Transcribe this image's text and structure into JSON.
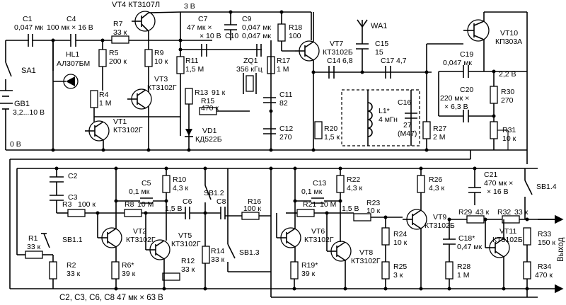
{
  "rails": {
    "top_voltage": "3 В",
    "ground_label": "0 В"
  },
  "labels": {
    "c1": "C1",
    "c1_val": "0,047 мк",
    "c4": "C4",
    "c4_val": "100 мк × 16 В",
    "vt4": "VT4 КТ3107Л",
    "r7": "R7",
    "r7_val": "33 к",
    "sa1": "SA1",
    "hl1": "HL1",
    "hl1_val": "АЛ307БМ",
    "r5": "R5",
    "r5_val": "200 к",
    "r9": "R9",
    "r9_val": "10 к",
    "vt3": "VT3",
    "vt3_val": "КТ3102Г",
    "r4": "R4",
    "r4_val": "1 М",
    "gb1": "GB1",
    "gb1_val": "3,2...10 В",
    "vt1": "VT1",
    "vt1_val": "КТ3102Г",
    "c7": "C7",
    "c7_val": "47 мк ×",
    "c7_val2": "× 10 В",
    "c9": "C9",
    "c9_val": "0,047 мк",
    "c10": "C10",
    "c10_val": "0,047 мк",
    "r18": "R18",
    "r18_val": "100",
    "r11": "R11",
    "r11_val": "1,5 М",
    "zq1": "ZQ1",
    "zq1_val": "356 кГц",
    "r17": "R17",
    "r17_val": "1 М",
    "r13": "R13",
    "r13_val": "91 к",
    "r15": "R15",
    "r15_val": "470 к",
    "c11": "C11",
    "c11_val": "82",
    "vd1": "VD1",
    "vd1_val": "КД522Б",
    "c12": "C12",
    "c12_val": "270",
    "vt7": "VT7",
    "vt7_val": "КТ3102Б",
    "wa1": "WA1",
    "c15": "C15",
    "c15_val": "15",
    "c14": "C14",
    "c14_val": "6,8",
    "c17": "C17",
    "c17_val": "4,7",
    "l1": "L1*",
    "l1_val": "4 мГн",
    "c16": "C16",
    "c16_val": "27",
    "c16_val2": "(М47)",
    "r20": "R20",
    "r20_val": "1,5 к",
    "r27": "R27",
    "r27_val": "2 М",
    "vt10": "VT10",
    "vt10_val": "КП303А",
    "c19": "C19",
    "c19_val": "0,047 мк",
    "v22": "2,2 В",
    "c20": "C20",
    "c20_val": "220 мк ×",
    "c20_val2": "× 6,3 В",
    "r30": "R30",
    "r30_val": "270",
    "r31": "R31",
    "r31_val": "10 к",
    "c2": "C2",
    "c3": "C3",
    "c5": "C5",
    "c5_val": "0,1 мк",
    "r10": "R10",
    "r10_val": "4,3 к",
    "sb12": "SB1.2",
    "r3": "R3",
    "r3_val": "100 к",
    "r8": "R8",
    "r8_val": "10 М",
    "v15a": "1,5 В",
    "c6": "C6",
    "c8": "C8",
    "r16": "R16",
    "r16_val": "100 к",
    "r1": "R1",
    "r1_val": "33 к",
    "sb11": "SB1.1",
    "vt2": "VT2",
    "vt2_val": "КТ3102Г",
    "vt5": "VT5",
    "vt5_val": "КТ3102Г",
    "r14": "R14",
    "r14_val": "33 к",
    "sb13": "SB1.3",
    "r2": "R2",
    "r2_val": "33 к",
    "r6": "R6*",
    "r6_val": "39 к",
    "r12": "R12",
    "r12_val": "33 к",
    "cap_note": "C2, C3, C6, C8 47 мк × 63 В",
    "c13": "C13",
    "c13_val": "0,1 мк",
    "r22": "R22",
    "r22_val": "4,3 к",
    "r26": "R26",
    "r26_val": "4,3 к",
    "c21": "C21",
    "c21_val": "470 мк ×",
    "c21_val2": "× 16 В",
    "sb14": "SB1.4",
    "r21": "R21",
    "r21_val": "10 М",
    "v15b": "1,5 В",
    "r23": "R23",
    "r23_val": "10 к",
    "vt9": "VT9",
    "vt9_val": "КТ3102Б",
    "r29": "R29",
    "r29_val": "43 к",
    "r32": "R32",
    "r32_val": "33 к",
    "vt6": "VT6",
    "vt6_val": "КТ3102Г",
    "r24": "R24",
    "r24_val": "10 к",
    "c18": "C18*",
    "c18_val": "0,47 мк",
    "vt11": "VT11",
    "vt11_val": "КТ3102Б",
    "r33": "R33",
    "r33_val": "150 к",
    "vt8": "VT8",
    "vt8_val": "КТ3102Г",
    "r19": "R19*",
    "r19_val": "39 к",
    "r25": "R25",
    "r25_val": "3 к",
    "r28": "R28",
    "r28_val": "1 М",
    "r34": "R34",
    "r34_val": "470 к",
    "output": "Выход"
  }
}
